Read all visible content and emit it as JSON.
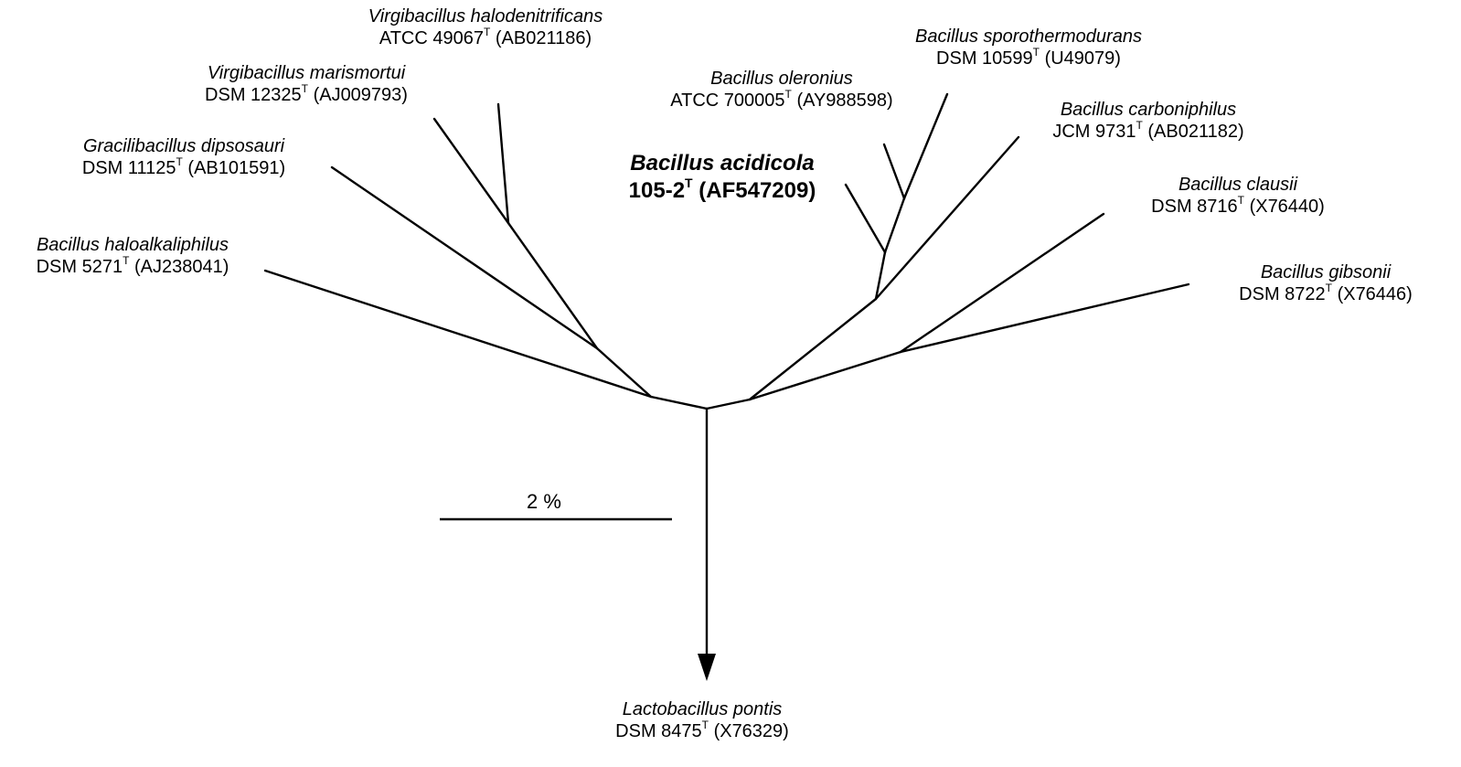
{
  "tree": {
    "taxa": [
      {
        "id": "halodenitrificans",
        "name": "Virgibacillus halodenitrificans",
        "strain_prefix": "ATCC 49067",
        "type_mark": "T",
        "accession": "(AB021186)"
      },
      {
        "id": "marismortui",
        "name": "Virgibacillus marismortui",
        "strain_prefix": "DSM 12325",
        "type_mark": "T",
        "accession": "(AJ009793)"
      },
      {
        "id": "dipsosauri",
        "name": "Gracilibacillus dipsosauri",
        "strain_prefix": "DSM 11125",
        "type_mark": "T",
        "accession": "(AB101591)"
      },
      {
        "id": "haloalkaliphilus",
        "name": "Bacillus haloalkaliphilus",
        "strain_prefix": "DSM 5271",
        "type_mark": "T",
        "accession": "(AJ238041)"
      },
      {
        "id": "acidicola",
        "name": "Bacillus acidicola",
        "strain_prefix": "105-2",
        "type_mark": "T",
        "accession": "(AF547209)"
      },
      {
        "id": "oleronius",
        "name": "Bacillus oleronius",
        "strain_prefix": "ATCC 700005",
        "type_mark": "T",
        "accession": "(AY988598)"
      },
      {
        "id": "sporothermodurans",
        "name": "Bacillus sporothermodurans",
        "strain_prefix": "DSM 10599",
        "type_mark": "T",
        "accession": "(U49079)"
      },
      {
        "id": "carboniphilus",
        "name": "Bacillus carboniphilus",
        "strain_prefix": "JCM 9731",
        "type_mark": "T",
        "accession": "(AB021182)"
      },
      {
        "id": "clausii",
        "name": "Bacillus clausii",
        "strain_prefix": "DSM 8716",
        "type_mark": "T",
        "accession": "(X76440)"
      },
      {
        "id": "gibsonii",
        "name": "Bacillus gibsonii",
        "strain_prefix": "DSM 8722",
        "type_mark": "T",
        "accession": "(X76446)"
      },
      {
        "id": "pontis",
        "name": "Lactobacillus pontis",
        "strain_prefix": "DSM 8475",
        "type_mark": "T",
        "accession": "(X76329)"
      }
    ],
    "scale_bar_label": "2 %"
  }
}
